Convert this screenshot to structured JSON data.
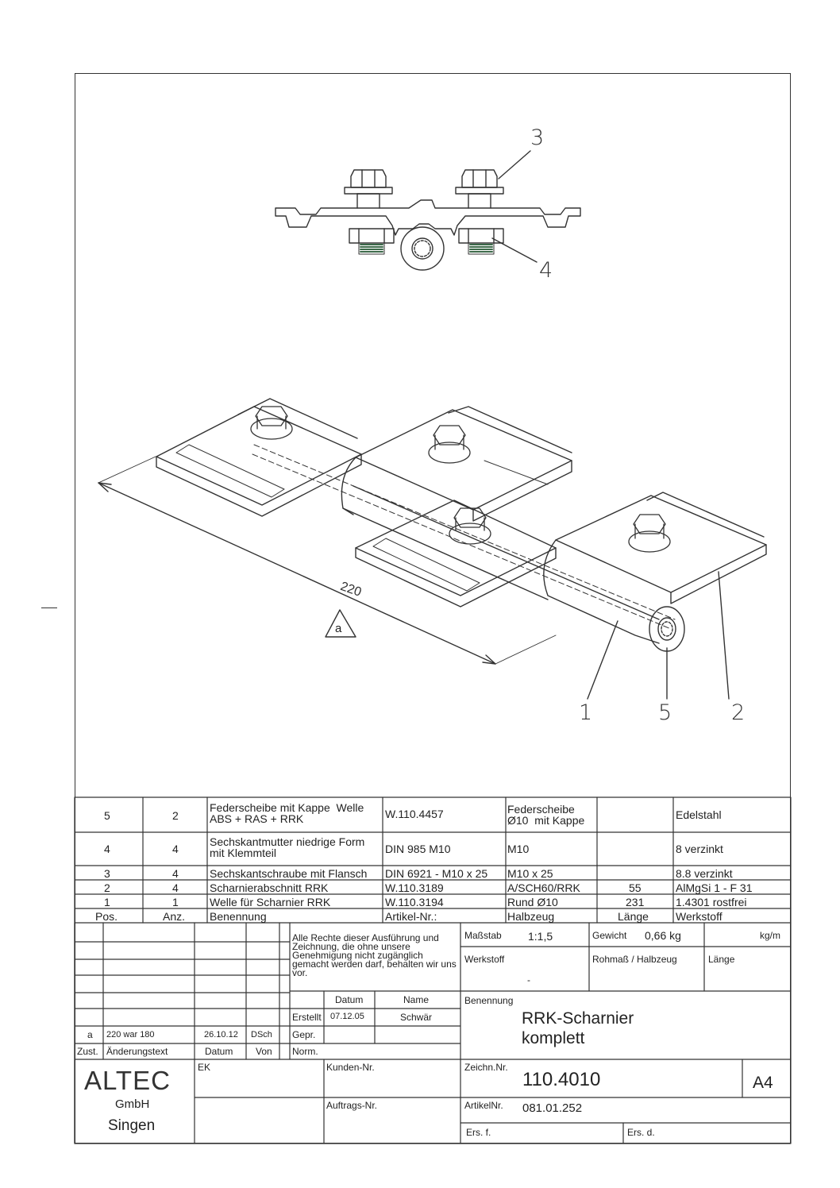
{
  "callouts": {
    "c3": "3",
    "c4": "4",
    "c1": "1",
    "c5": "5",
    "c2": "2"
  },
  "dimension": {
    "length": "220",
    "revision_marker": "a"
  },
  "parts_list": {
    "rows": [
      {
        "pos": "5",
        "anz": "2",
        "benennung": "Federscheibe mit Kappe  Welle\nABS + RAS + RRK",
        "artikel": "W.110.4457",
        "halbzeug": "Federscheibe\nØ10  mit Kappe",
        "laenge": "",
        "werkstoff": "Edelstahl"
      },
      {
        "pos": "4",
        "anz": "4",
        "benennung": "Sechskantmutter niedrige Form\nmit Klemmteil",
        "artikel": "DIN 985 M10",
        "halbzeug": "M10",
        "laenge": "",
        "werkstoff": "8 verzinkt"
      },
      {
        "pos": "3",
        "anz": "4",
        "benennung": "Sechskantschraube mit Flansch",
        "artikel": "DIN 6921 - M10 x 25",
        "halbzeug": "M10 x 25",
        "laenge": "",
        "werkstoff": "8.8 verzinkt"
      },
      {
        "pos": "2",
        "anz": "4",
        "benennung": "Scharnierabschnitt  RRK",
        "artikel": "W.110.3189",
        "halbzeug": "A/SCH60/RRK",
        "laenge": "55",
        "werkstoff": "AlMgSi 1 - F 31"
      },
      {
        "pos": "1",
        "anz": "1",
        "benennung": "Welle für Scharnier  RRK",
        "artikel": "W.110.3194",
        "halbzeug": "Rund Ø10",
        "laenge": "231",
        "werkstoff": "1.4301 rostfrei"
      }
    ],
    "header": {
      "pos": "Pos.",
      "anz": "Anz.",
      "benennung": "Benennung",
      "artikel": "Artikel-Nr.:",
      "halbzeug": "Halbzeug",
      "laenge": "Länge",
      "werkstoff": "Werkstoff"
    }
  },
  "title_block": {
    "rights_notice": "Alle Rechte dieser Ausführung und Zeichnung, die ohne unsere Genehmigung nicht zugänglich gemacht werden darf, behalten wir uns vor.",
    "massstab_label": "Maßstab",
    "massstab_value": "1:1,5",
    "gewicht_label": "Gewicht",
    "gewicht_value": "0,66 kg",
    "gewicht_unit": "kg/m",
    "werkstoff_label": "Werkstoff",
    "werkstoff_value": "-",
    "rohmass_label": "Rohmaß / Halbzeug",
    "laenge_label": "Länge",
    "datum_header": "Datum",
    "name_header": "Name",
    "erstellt_label": "Erstellt",
    "erstellt_datum": "07.12.05",
    "erstellt_name": "Schwär",
    "gepr_label": "Gepr.",
    "norm_label": "Norm.",
    "benennung_label": "Benennung",
    "benennung_line1": "RRK-Scharnier",
    "benennung_line2": "komplett",
    "revision": {
      "zust": "a",
      "text": "220 war 180",
      "datum": "26.10.12",
      "von": "DSch"
    },
    "rev_header": {
      "zust": "Zust.",
      "text": "Änderungstext",
      "datum": "Datum",
      "von": "Von"
    },
    "company_line1": "ALTEC",
    "company_line2": "GmbH",
    "company_line3": "Singen",
    "ek_label": "EK",
    "kunden_label": "Kunden-Nr.",
    "auftrags_label": "Auftrags-Nr.",
    "zeichn_label": "Zeichn.Nr.",
    "zeichn_value": "110.4010",
    "format": "A4",
    "artikel_label": "ArtikelNr.",
    "artikel_value": "081.01.252",
    "ers_f": "Ers. f.",
    "ers_d": "Ers. d."
  }
}
